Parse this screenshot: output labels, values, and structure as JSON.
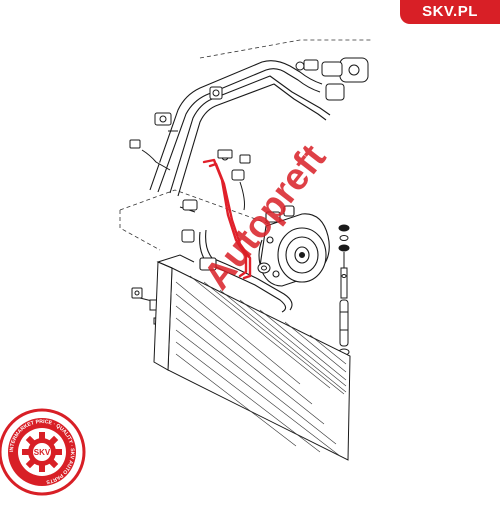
{
  "brand": {
    "label": "SKV.PL",
    "color": "#d81f26"
  },
  "watermark": {
    "text": "Autopreft",
    "color": "#d81f26"
  },
  "seal": {
    "text": "INTERMARKET PRICE · QUALITY · SKV AUTO PARTS",
    "center": "SKV",
    "color": "#d81f26"
  },
  "diagram": {
    "highlighted_part": "ac-hose-red",
    "highlight_color": "#e0202a",
    "line_color": "#1a1a1a"
  }
}
